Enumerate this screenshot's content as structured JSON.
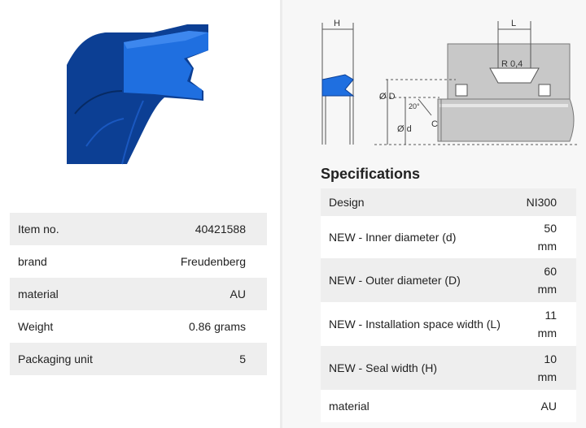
{
  "product": {
    "details": [
      {
        "label": "Item no.",
        "value": "40421588"
      },
      {
        "label": "brand",
        "value": "Freudenberg"
      },
      {
        "label": "material",
        "value": "AU"
      },
      {
        "label": "Weight",
        "value": "0.86 grams"
      },
      {
        "label": "Packaging unit",
        "value": "5"
      }
    ]
  },
  "drawing": {
    "label_H": "H",
    "label_L": "L",
    "label_radius": "R 0,4",
    "label_outer": "Ø D",
    "label_angle": "20°",
    "label_inner": "Ø d",
    "label_C": "C"
  },
  "specifications": {
    "title": "Specifications",
    "rows": [
      {
        "label": "Design",
        "value": "NI300",
        "unit": ""
      },
      {
        "label": "NEW - Inner diameter (d)",
        "value": "50",
        "unit": "mm"
      },
      {
        "label": "NEW - Outer diameter (D)",
        "value": "60",
        "unit": "mm"
      },
      {
        "label": "NEW - Installation space width (L)",
        "value": "11",
        "unit": "mm"
      },
      {
        "label": "NEW - Seal width (H)",
        "value": "10",
        "unit": "mm"
      },
      {
        "label": "material",
        "value": "AU",
        "unit": ""
      }
    ]
  },
  "colors": {
    "seal_blue": "#1f6fe0",
    "seal_dark": "#0c3f94",
    "housing_gray": "#c8c8c8"
  }
}
